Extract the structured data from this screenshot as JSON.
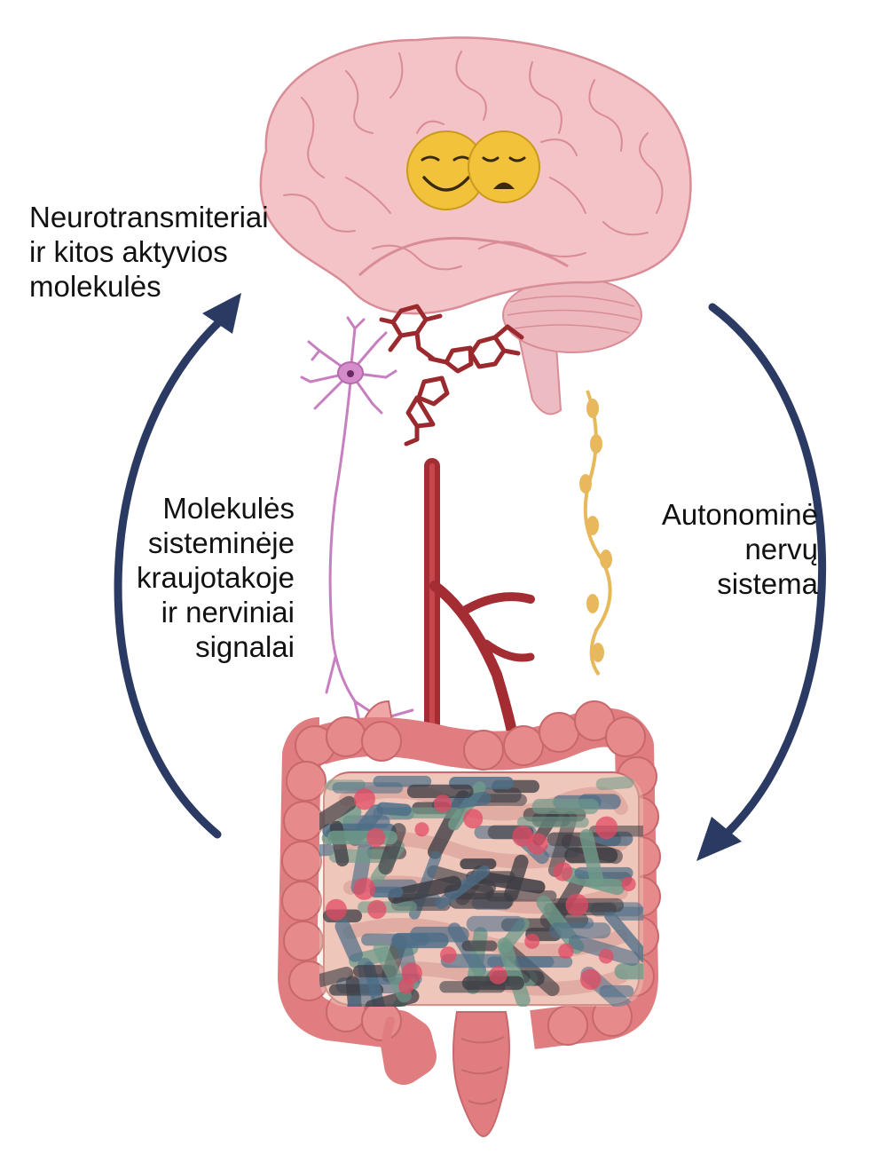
{
  "labels": {
    "neurotransmitters": [
      "Neurotransmiteriai",
      "ir kitos aktyvios",
      "molekulės"
    ],
    "systemic": [
      "Molekulės",
      "sisteminėje",
      "kraujotakoje",
      "ir nerviniai",
      "signalai"
    ],
    "autonomic": [
      "Autonominė",
      "nervų",
      "sistema"
    ]
  },
  "colors": {
    "arrow": "#2b3a63",
    "brain": "#f3c3c8",
    "brain_outline": "#d98c96",
    "face": "#f2c23a",
    "molecule": "#9b2a2f",
    "vessel": "#a32d33",
    "neuron": "#c77fbf",
    "nerve": "#e8b95c",
    "intestine": "#df7d80",
    "bacteria_dark": "#3d3d44",
    "bacteria_blue": "#4d6e88",
    "bacteria_green": "#6f9b8a",
    "bacteria_pink": "#e24b64"
  },
  "icons": {
    "faces": [
      "happy-face-icon",
      "sad-face-icon"
    ],
    "arrows": [
      "arrow-up-left-icon",
      "arrow-down-right-icon"
    ]
  }
}
